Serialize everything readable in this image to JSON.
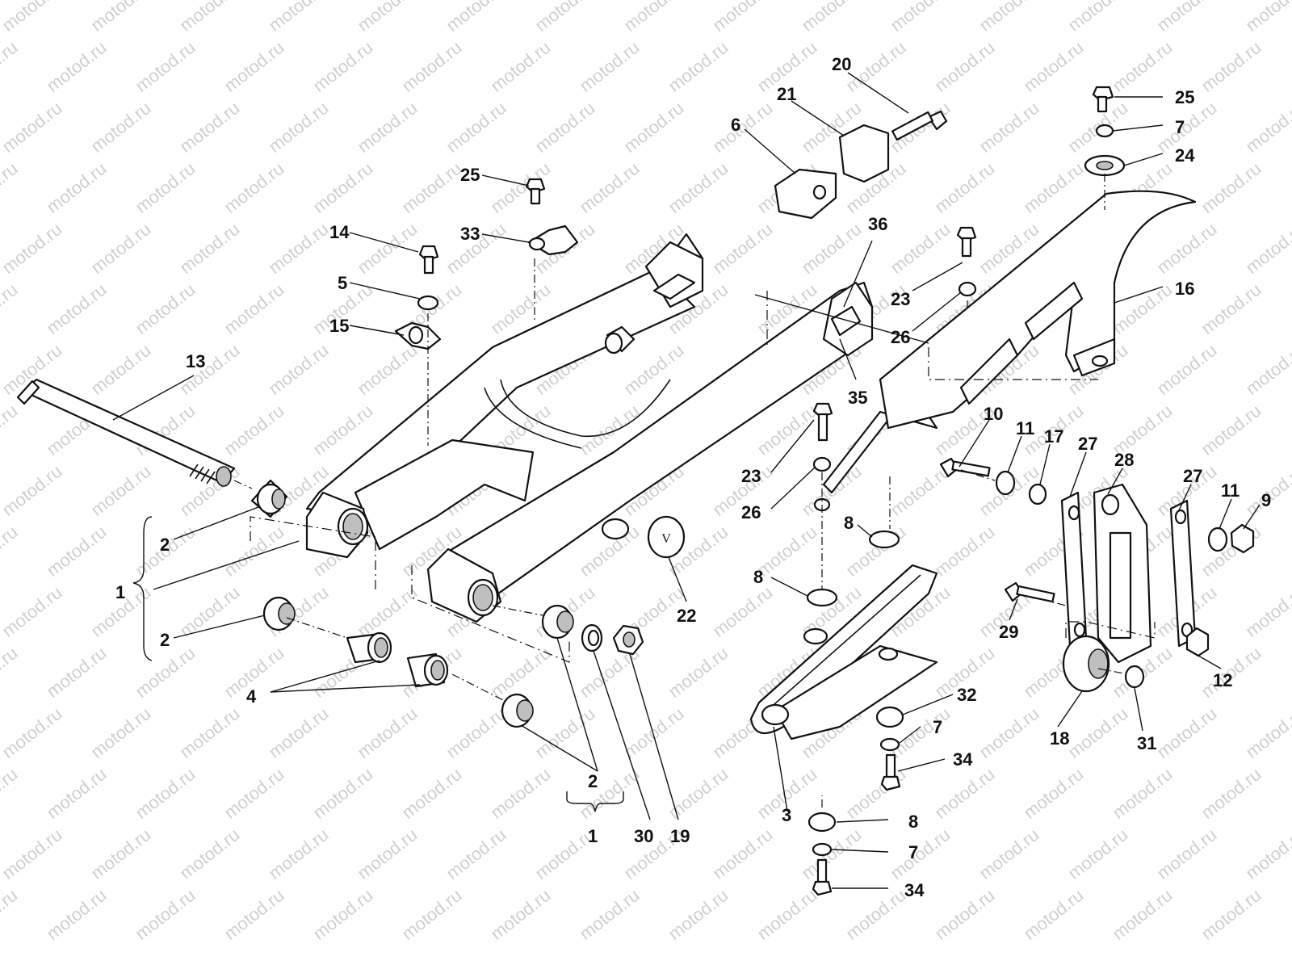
{
  "watermark": "motod.ru",
  "colors": {
    "line": "#111111",
    "watermark": "#d0d0d0",
    "background": "#ffffff"
  },
  "callouts": {
    "c13": "13",
    "c14": "14",
    "c5": "5",
    "c15": "15",
    "c25a": "25",
    "c33": "33",
    "c6": "6",
    "c21": "21",
    "c20": "20",
    "c36": "36",
    "c35": "35",
    "c23a": "23",
    "c26a": "26",
    "c25b": "25",
    "c7a": "7",
    "c24": "24",
    "c16": "16",
    "c2a": "2",
    "c1a": "1",
    "c2b": "2",
    "c4": "4",
    "c2c": "2",
    "c1b": "1",
    "c30": "30",
    "c19": "19",
    "c22": "22",
    "c23b": "23",
    "c26b": "26",
    "c8a": "8",
    "c8b": "8",
    "c10": "10",
    "c11a": "11",
    "c17": "17",
    "c27a": "27",
    "c28": "28",
    "c27b": "27",
    "c11b": "11",
    "c9": "9",
    "c29": "29",
    "c12": "12",
    "c18": "18",
    "c31": "31",
    "c32": "32",
    "c7b": "7",
    "c34a": "34",
    "c3": "3",
    "c8c": "8",
    "c7c": "7",
    "c34b": "34"
  }
}
